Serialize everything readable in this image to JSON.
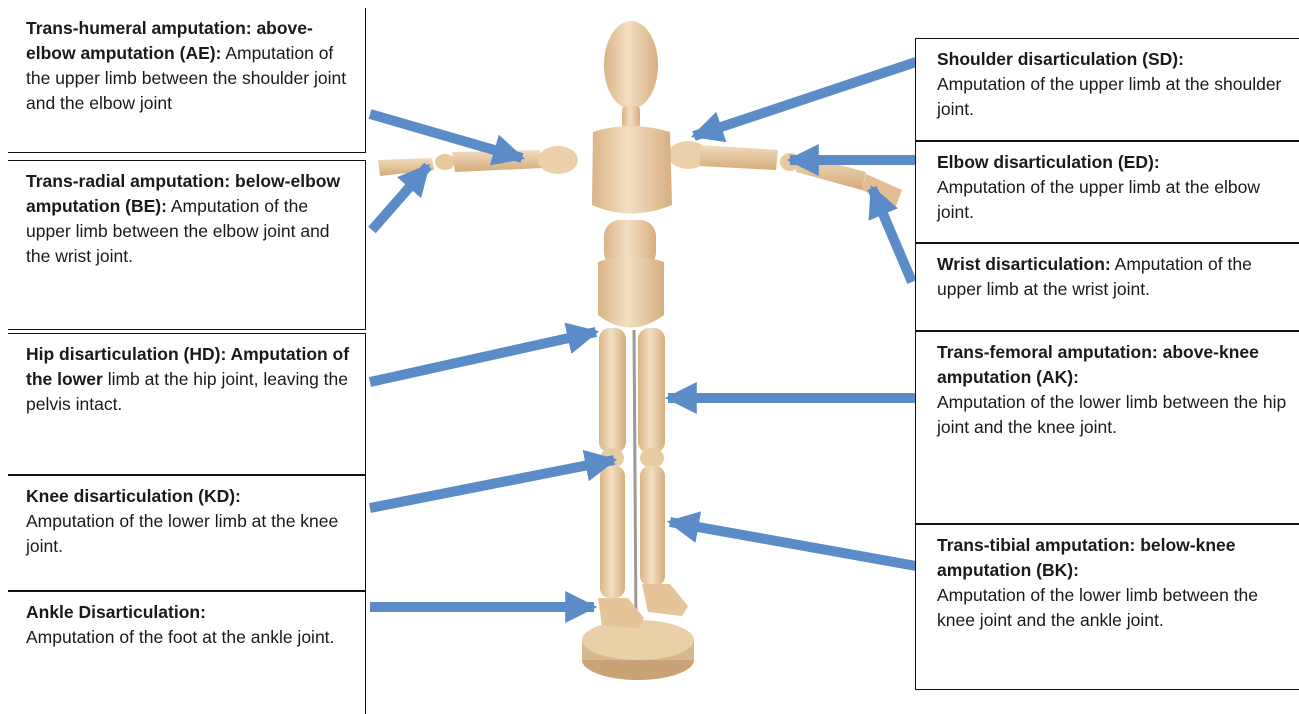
{
  "colors": {
    "arrow": "#5b8cc8",
    "wood_light": "#f2dcbc",
    "wood_mid": "#e8c99e",
    "wood_dark": "#c9a276",
    "box_border": "#111111"
  },
  "left_labels": [
    {
      "title": "Trans-humeral amputation: above-elbow amputation (AE):",
      "body": "Amputation of the upper limb between the shoulder joint and the elbow joint"
    },
    {
      "title": "Trans-radial amputation: below-elbow amputation (BE):",
      "body": "Amputation of the upper limb between the elbow joint and the wrist joint."
    },
    {
      "title": "Hip disarticulation (HD): Amputation of the lower",
      "body": "limb at the hip joint, leaving the pelvis intact."
    },
    {
      "title": "Knee disarticulation (KD):",
      "body": "Amputation of the lower limb at the knee joint."
    },
    {
      "title": "Ankle Disarticulation:",
      "body": "Amputation of the foot at the ankle joint."
    }
  ],
  "right_labels": [
    {
      "title": "Shoulder disarticulation (SD):",
      "body": "Amputation of the upper limb at the shoulder joint."
    },
    {
      "title": "Elbow disarticulation (ED):",
      "body": "Amputation of the upper limb at the elbow joint."
    },
    {
      "title": "Wrist disarticulation:",
      "body": "Amputation of the upper limb at the wrist joint."
    },
    {
      "title": "Trans-femoral amputation: above-knee amputation (AK):",
      "body": "Amputation of the lower limb between the hip joint and the knee joint."
    },
    {
      "title": "Trans-tibial amputation: below-knee amputation (BK):",
      "body": "Amputation of the lower limb between the knee joint and the ankle joint."
    }
  ]
}
